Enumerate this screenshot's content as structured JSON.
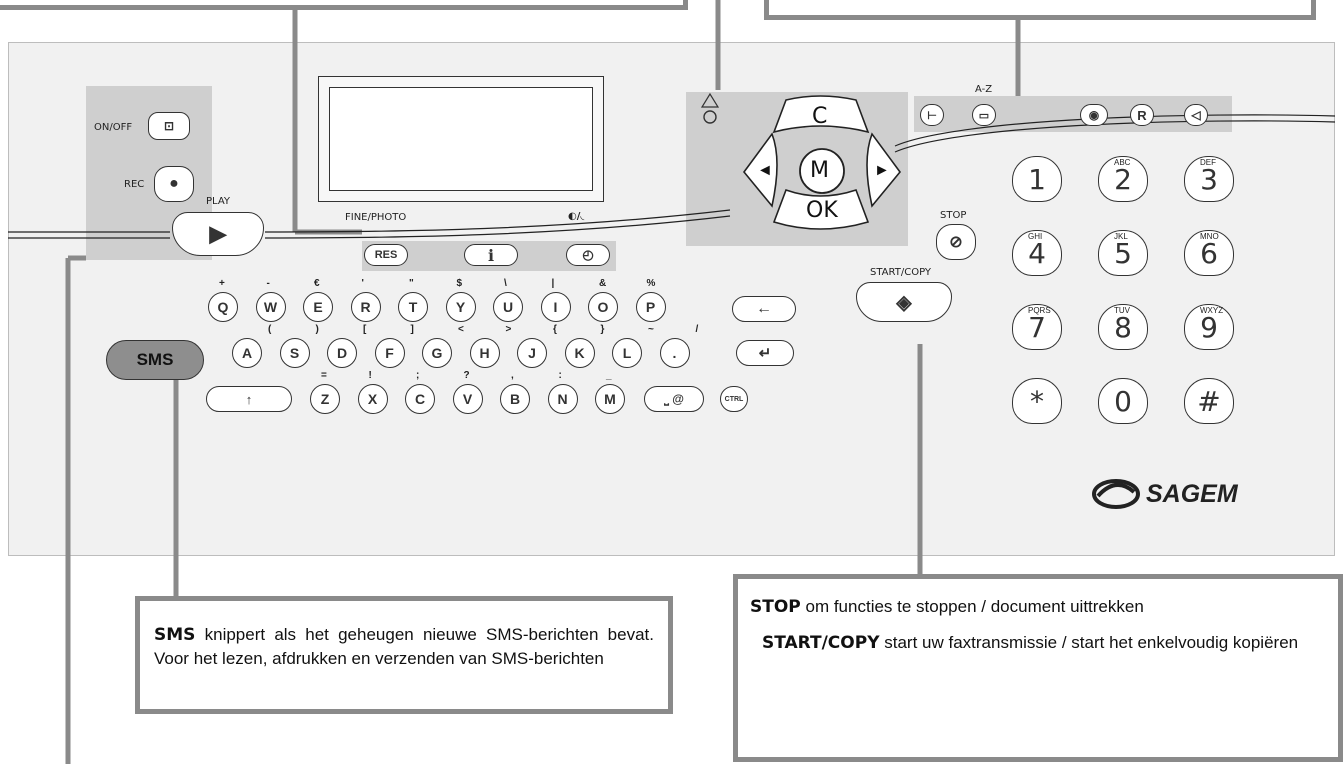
{
  "callouts": {
    "sms": {
      "title": "SMS",
      "text": "knippert als het geheugen nieuwe SMS-berichten bevat. Voor het lezen, afdrukken en verzenden van SMS-berichten"
    },
    "stop": {
      "title": "STOP",
      "text": "om functies te stoppen / document uittrekken"
    },
    "start": {
      "title": "START/COPY",
      "text": "start uw faxtransmissie / start het enkelvoudig kopiëren"
    }
  },
  "labels": {
    "on_off": "ON/OFF",
    "rec": "REC",
    "play": "PLAY",
    "fine_photo": "FINE/PHOTO",
    "res": "RES",
    "info": "i",
    "sms": "SMS",
    "stop": "STOP",
    "start_copy": "START/COPY",
    "az": "A-Z",
    "brand": "SAGEM"
  },
  "nav_keys": {
    "c": "C",
    "m": "M",
    "ok": "OK",
    "left": "◄",
    "right": "►"
  },
  "keyboard": {
    "row1": [
      "Q",
      "W",
      "E",
      "R",
      "T",
      "Y",
      "U",
      "I",
      "O",
      "P"
    ],
    "row1_syms": [
      "+",
      "-",
      "€",
      "'",
      "\"",
      "$",
      "\\",
      "|",
      "&",
      "%"
    ],
    "row2": [
      "A",
      "S",
      "D",
      "F",
      "G",
      "H",
      "J",
      "K",
      "L",
      "."
    ],
    "row2_syms": [
      "(",
      ")",
      "[",
      "]",
      "<",
      ">",
      "{",
      "}",
      "~",
      "/"
    ],
    "row3": [
      "↑",
      "Z",
      "X",
      "C",
      "V",
      "B",
      "N",
      "M",
      "⎵ @",
      "CTRL"
    ],
    "row3_syms": [
      "=",
      "!",
      ";",
      "?",
      ",",
      ":",
      "_"
    ],
    "backspace": "←",
    "enter": "↵"
  },
  "numpad": {
    "digits": [
      "1",
      "2",
      "3",
      "4",
      "5",
      "6",
      "7",
      "8",
      "9",
      "*",
      "0",
      "#"
    ],
    "letters": [
      "",
      "ABC",
      "DEF",
      "GHI",
      "JKL",
      "MNO",
      "PQRS",
      "TUV",
      "WXYZ",
      "",
      "",
      ""
    ]
  }
}
